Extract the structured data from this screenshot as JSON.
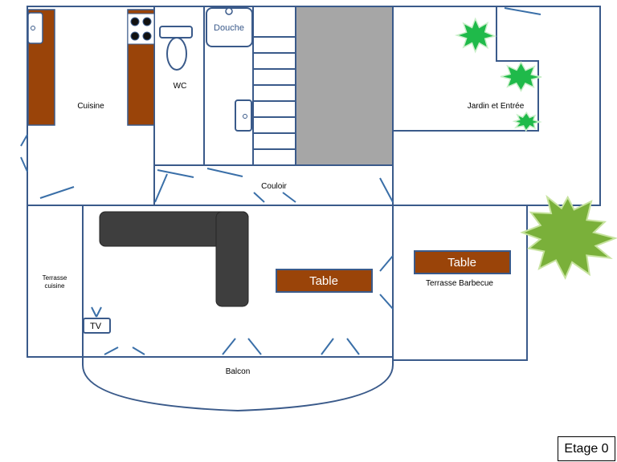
{
  "labels": {
    "cuisine": "Cuisine",
    "wc": "WC",
    "douche": "Douche",
    "jardin": "Jardin et Entrée",
    "couloir": "Couloir",
    "terrasse_cuisine_1": "Terrasse",
    "terrasse_cuisine_2": "cuisine",
    "table_salon": "Table",
    "table_barbecue": "Table",
    "terrasse_barbecue": "Terrasse Barbecue",
    "tv": "TV",
    "balcon": "Balcon",
    "etage": "Etage 0"
  },
  "colors": {
    "wall": "#3a5a8a",
    "counter": "#9a4409",
    "sofa": "#3e3e3e",
    "stairwell": "#a6a6a6",
    "plant": "#1fba4a",
    "tree": "#7ab03a"
  }
}
